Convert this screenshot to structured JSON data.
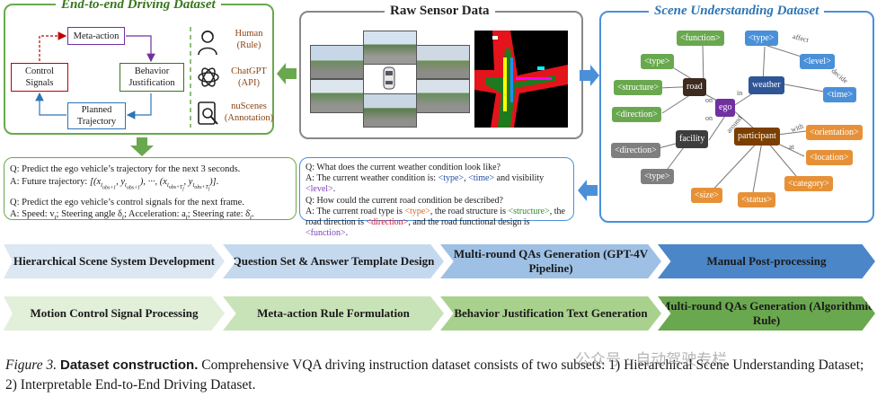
{
  "left_panel": {
    "title": "End-to-end Driving Dataset",
    "nodes": {
      "meta_action": "Meta-action",
      "control_signals": "Control Signals",
      "behavior_justification": "Behavior Justification",
      "planned_trajectory": "Planned Trajectory"
    },
    "sources": [
      {
        "name": "Human",
        "detail": "(Rule)",
        "icon": "person-icon"
      },
      {
        "name": "ChatGPT",
        "detail": "(API)",
        "icon": "chatgpt-icon"
      },
      {
        "name": "nuScenes",
        "detail": "(Annotation)",
        "icon": "document-search-icon"
      }
    ]
  },
  "middle_panel": {
    "title": "Raw Sensor Data"
  },
  "right_panel": {
    "title": "Scene Understanding Dataset",
    "tags": {
      "function": "<function>",
      "type1": "<type>",
      "structure": "<structure>",
      "direction1": "<direction>",
      "road": "road",
      "ego": "ego",
      "type2": "<type>",
      "level": "<level>",
      "weather": "weather",
      "time": "<time>",
      "facility": "facility",
      "participant": "participant",
      "direction2": "<direction>",
      "type3": "<type>",
      "orientation": "<orientation>",
      "location": "<location>",
      "size": "<size>",
      "status": "<status>",
      "category": "<category>"
    },
    "edges": {
      "on1": "on",
      "in": "in",
      "on2": "on",
      "around": "around",
      "affect": "affect",
      "decide": "decide",
      "with": "with",
      "at": "at"
    }
  },
  "qa_left": {
    "q1": "Q: Predict the ego vehicle’s trajectory for the next 3 seconds.",
    "a1_label": "A: Future trajectory: ",
    "a1_math": "[(x",
    "q2": "Q: Predict the ego vehicle’s control signals for the next frame.",
    "a2": "A: Speed: v",
    "a2_rest": "; Steering angle δ",
    "a2_rest2": "; Acceleration: a",
    "a2_rest3": "; Steering rate: δ̇"
  },
  "qa_right": {
    "q1": "Q: What does the current weather condition look like?",
    "a1_pre": "A:  The current weather condition is: ",
    "a1_type": "<type>",
    "a1_sep": ", ",
    "a1_time": "<time>",
    "a1_and": " and visibility ",
    "a1_level": "<level>",
    "q2": "Q: How could the current road condition be described?",
    "a2_pre": "A: The current road type is ",
    "a2_type": "<type>",
    "a2_mid": ", the road structure is ",
    "a2_structure": "<structure>",
    "a2_mid2": ", the road direction is ",
    "a2_direction": "<direction>",
    "a2_mid3": ", and the road functional design is ",
    "a2_function": "<function>"
  },
  "pipeline_top": [
    "Hierarchical Scene System Development",
    "Question Set & Answer Template Design",
    "Multi-round QAs Generation (GPT-4V Pipeline)",
    "Manual Post-processing"
  ],
  "pipeline_bottom": [
    "Motion Control Signal Processing",
    "Meta-action Rule Formulation",
    "Behavior Justification Text Generation",
    "Multi-round QAs Generation (Algorithmic Rule)"
  ],
  "caption": {
    "label": "Figure 3.",
    "title": "Dataset construction.",
    "text": "Comprehensive VQA driving instruction dataset consists of two subsets: 1) Hierarchical Scene Understanding Dataset; 2) Interpretable End-to-End Driving Dataset."
  },
  "watermark": "公众号 · 自动驾驶专栏",
  "colors": {
    "green": "#6aa84f",
    "blue": "#4a90d9",
    "gray": "#7f7f7f",
    "orange": "#e69138",
    "purple": "#7030a0",
    "dark": "#4a3728",
    "brown": "#8b4513"
  }
}
